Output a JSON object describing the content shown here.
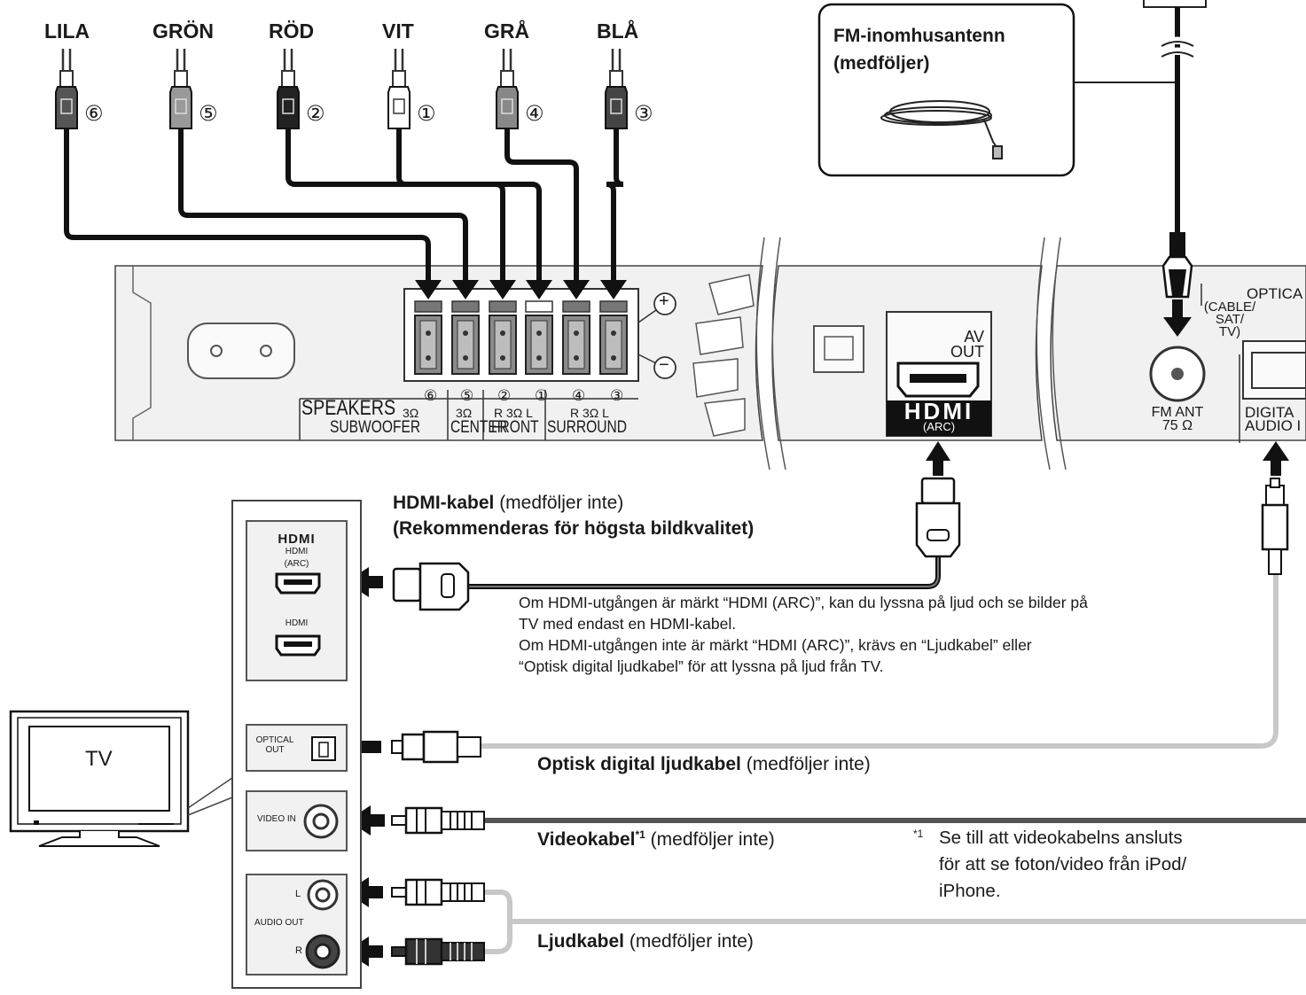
{
  "speaker_wires": [
    {
      "color_label": "LILA",
      "number": "⑥"
    },
    {
      "color_label": "GRÖN",
      "number": "⑤"
    },
    {
      "color_label": "RÖD",
      "number": "②"
    },
    {
      "color_label": "VIT",
      "number": "①"
    },
    {
      "color_label": "GRÅ",
      "number": "④"
    },
    {
      "color_label": "BLÅ",
      "number": "③"
    }
  ],
  "fm_antenna": {
    "title_line1": "FM-inomhusantenn",
    "title_line2": "(medföljer)"
  },
  "unit_panel": {
    "speakers_label": "SPEAKERS",
    "subwoofer_label": "SUBWOOFER",
    "center_label": "CENTER",
    "front_label": "FRONT",
    "surround_label": "SURROUND",
    "ohm_3": "3Ω",
    "front_ohm": "R 3Ω L",
    "surround_ohm": "R 3Ω L",
    "terminal_numbers": [
      "⑥",
      "⑤",
      "②",
      "①",
      "④",
      "③"
    ],
    "plus_sign": "+",
    "minus_sign": "−",
    "av_out_line1": "AV",
    "av_out_line2": "OUT",
    "hdmi_logo": "HDMI",
    "hdmi_arc": "(ARC)",
    "fm_ant_line1": "FM ANT",
    "fm_ant_line2": "75 Ω",
    "optical_label": "OPTICA",
    "cable_sat_line1": "(CABLE/",
    "cable_sat_line2": "SAT/",
    "cable_sat_line3": "TV)",
    "digital_audio_line1": "DIGITA",
    "digital_audio_line2": "AUDIO I"
  },
  "tv_panel": {
    "tv_label": "TV",
    "hdmi_logo": "HDMI",
    "hdmi_sub": "HDMI",
    "hdmi_arc": "(ARC)",
    "hdmi_second": "HDMI",
    "optical_out_line1": "OPTICAL",
    "optical_out_line2": "OUT",
    "video_in": "VIDEO IN",
    "audio_out": "AUDIO OUT",
    "left": "L",
    "right": "R"
  },
  "captions": {
    "hdmi_title": "HDMI-kabel",
    "hdmi_suffix": " (medföljer inte)",
    "hdmi_recommend": "(Rekommenderas för högsta bildkvalitet)",
    "hdmi_note_1": "Om HDMI-utgången är märkt “HDMI (ARC)”, kan du lyssna på ljud och se bilder på",
    "hdmi_note_2": "TV med endast en HDMI-kabel.",
    "hdmi_note_3": "Om HDMI-utgången inte är märkt “HDMI (ARC)”, krävs en “Ljudkabel” eller",
    "hdmi_note_4": "“Optisk digital ljudkabel” för att lyssna på ljud från TV.",
    "optical_title": "Optisk digital ljudkabel",
    "optical_suffix": " (medföljer inte)",
    "video_title": "Videokabel",
    "video_sup": "*1",
    "video_suffix": " (medföljer inte)",
    "audio_title": "Ljudkabel",
    "audio_suffix": " (medföljer inte)"
  },
  "footnote": {
    "marker": "*1",
    "line1": "Se till att videokabelns ansluts",
    "line2": "för att se foton/video från iPod/",
    "line3": "iPhone."
  },
  "colors": {
    "line": "#1a1a1a",
    "light_cable": "#c8c8c8",
    "panel_fill": "#f1f1f1",
    "terminal_fill": "#8a8a8a"
  }
}
